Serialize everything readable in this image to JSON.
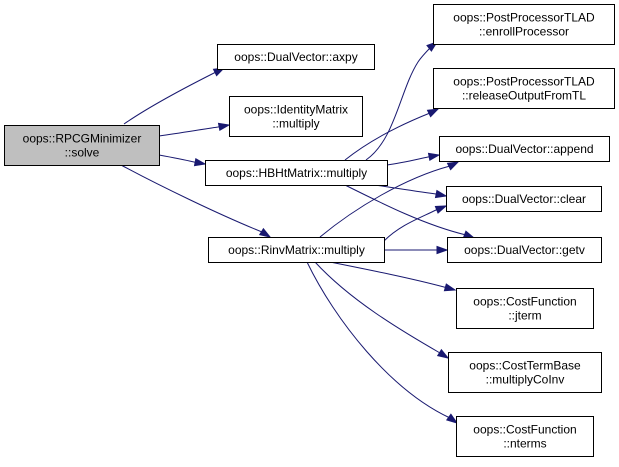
{
  "graph": {
    "nodes": [
      {
        "id": "root",
        "lines": [
          "oops::RPCGMinimizer",
          "::solve"
        ],
        "highlight": true
      },
      {
        "id": "axpy",
        "lines": [
          "oops::DualVector::axpy"
        ]
      },
      {
        "id": "identity",
        "lines": [
          "oops::IdentityMatrix",
          "::multiply"
        ]
      },
      {
        "id": "hbht",
        "lines": [
          "oops::HBHtMatrix::multiply"
        ]
      },
      {
        "id": "rinv",
        "lines": [
          "oops::RinvMatrix::multiply"
        ]
      },
      {
        "id": "enroll",
        "lines": [
          "oops::PostProcessorTLAD",
          "::enrollProcessor"
        ]
      },
      {
        "id": "release",
        "lines": [
          "oops::PostProcessorTLAD",
          "::releaseOutputFromTL"
        ]
      },
      {
        "id": "append",
        "lines": [
          "oops::DualVector::append"
        ]
      },
      {
        "id": "clear",
        "lines": [
          "oops::DualVector::clear"
        ]
      },
      {
        "id": "getv",
        "lines": [
          "oops::DualVector::getv"
        ]
      },
      {
        "id": "jterm",
        "lines": [
          "oops::CostFunction",
          "::jterm"
        ]
      },
      {
        "id": "coinv",
        "lines": [
          "oops::CostTermBase",
          "::multiplyCoInv"
        ]
      },
      {
        "id": "nterms",
        "lines": [
          "oops::CostFunction",
          "::nterms"
        ]
      }
    ],
    "edges": [
      {
        "from": "root",
        "to": "axpy"
      },
      {
        "from": "root",
        "to": "identity"
      },
      {
        "from": "root",
        "to": "hbht"
      },
      {
        "from": "root",
        "to": "rinv"
      },
      {
        "from": "hbht",
        "to": "enroll"
      },
      {
        "from": "hbht",
        "to": "release"
      },
      {
        "from": "hbht",
        "to": "append"
      },
      {
        "from": "hbht",
        "to": "clear"
      },
      {
        "from": "hbht",
        "to": "getv"
      },
      {
        "from": "rinv",
        "to": "append"
      },
      {
        "from": "rinv",
        "to": "clear"
      },
      {
        "from": "rinv",
        "to": "getv"
      },
      {
        "from": "rinv",
        "to": "jterm"
      },
      {
        "from": "rinv",
        "to": "coinv"
      },
      {
        "from": "rinv",
        "to": "nterms"
      }
    ]
  },
  "colors": {
    "edge": "#191970",
    "root_fill": "#bfbfbf",
    "node_fill": "#ffffff",
    "border": "#000000"
  }
}
